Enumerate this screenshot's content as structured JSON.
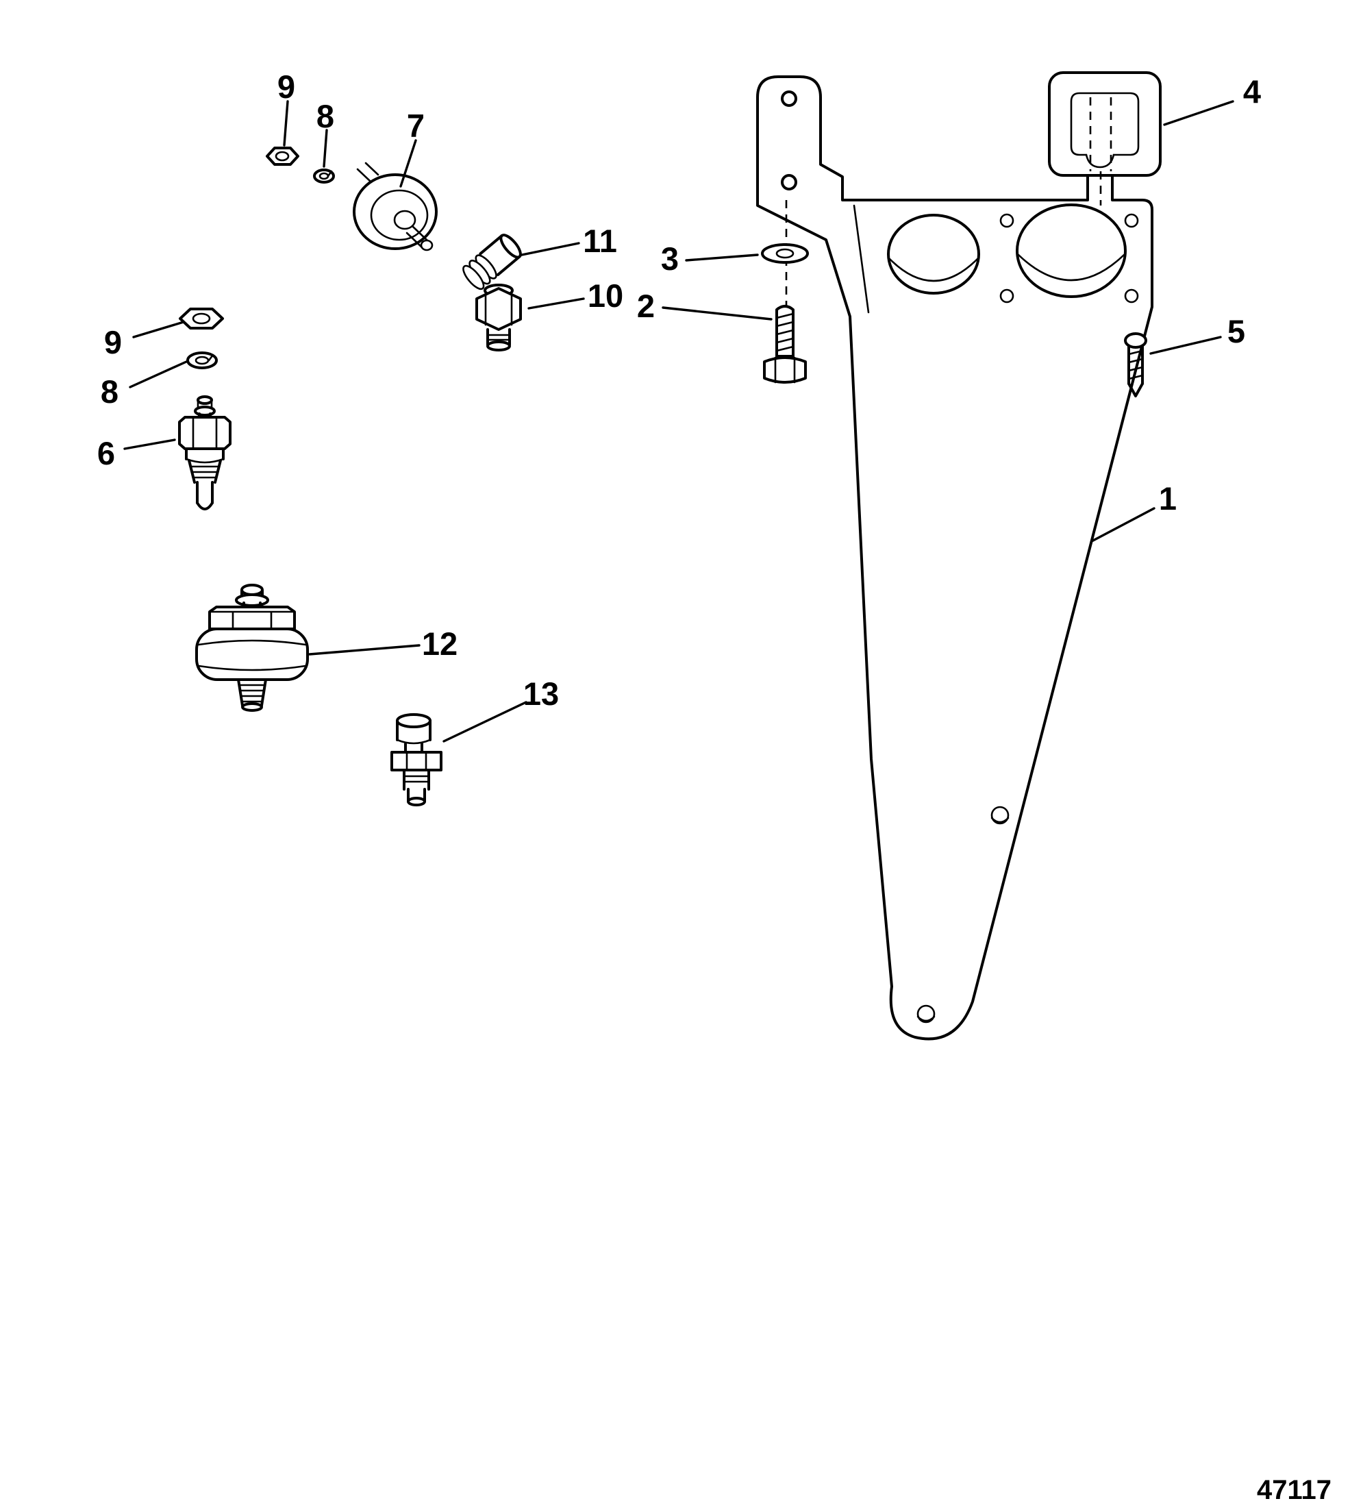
{
  "figure": {
    "number": "47117",
    "background_color": "#ffffff",
    "ink_color": "#000000"
  },
  "callouts": [
    {
      "part": "nut-upper",
      "label": "9"
    },
    {
      "part": "lock-washer-upper",
      "label": "8"
    },
    {
      "part": "round-sender",
      "label": "7"
    },
    {
      "part": "sleeve-and-spring",
      "label": "11"
    },
    {
      "part": "hex-fitting",
      "label": "10"
    },
    {
      "part": "flat-washer",
      "label": "3"
    },
    {
      "part": "hex-screw",
      "label": "2"
    },
    {
      "part": "retainer-clip",
      "label": "4"
    },
    {
      "part": "small-screw",
      "label": "5"
    },
    {
      "part": "mounting-bracket",
      "label": "1"
    },
    {
      "part": "nut-lower",
      "label": "9"
    },
    {
      "part": "lock-washer-lower",
      "label": "8"
    },
    {
      "part": "temperature-sender",
      "label": "6"
    },
    {
      "part": "oil-pressure-switch",
      "label": "12"
    },
    {
      "part": "threaded-sender",
      "label": "13"
    }
  ]
}
